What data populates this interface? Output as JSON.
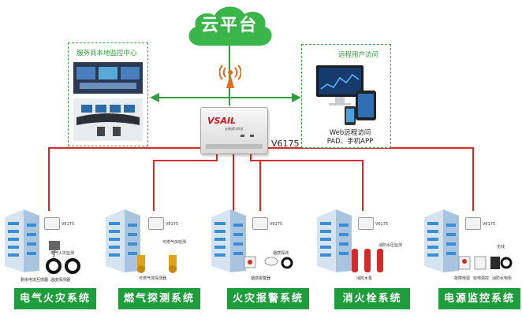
{
  "cloud": {
    "label": "云平台"
  },
  "local_center": {
    "title": "服务商本地监控中心"
  },
  "remote_user": {
    "title": "远程用户访问",
    "access_line1": "Web远程访问",
    "access_line2": "PAD、手机APP"
  },
  "gateway": {
    "brand": "VSAIL",
    "subtitle": "云端通讯网关",
    "model": "V6175"
  },
  "colors": {
    "green": "#1f9c3c",
    "wire_red": "#d42a2a",
    "cloud_green": "#3ab54a"
  },
  "subsystems": [
    {
      "label": "电气火灾系统",
      "device_label": "V6175",
      "items": [
        "电气火灾监测",
        "剩余电流互感器",
        "温度探测器"
      ]
    },
    {
      "label": "燃气探测系统",
      "device_label": "V6175",
      "items": [
        "可燃气体检测",
        "可燃气体探测器"
      ]
    },
    {
      "label": "火灾报警系统",
      "device_label": "V6175",
      "items": [
        "烟感探测",
        "烟感报警器"
      ]
    },
    {
      "label": "消火栓系统",
      "device_label": "V6175",
      "items": [
        "消防水压监测",
        "消防水泵"
      ]
    },
    {
      "label": "电源监控系统",
      "device_label": "V6175",
      "items": [
        "无线",
        "故障电弧",
        "双电源控",
        "消防水电柜"
      ]
    }
  ]
}
